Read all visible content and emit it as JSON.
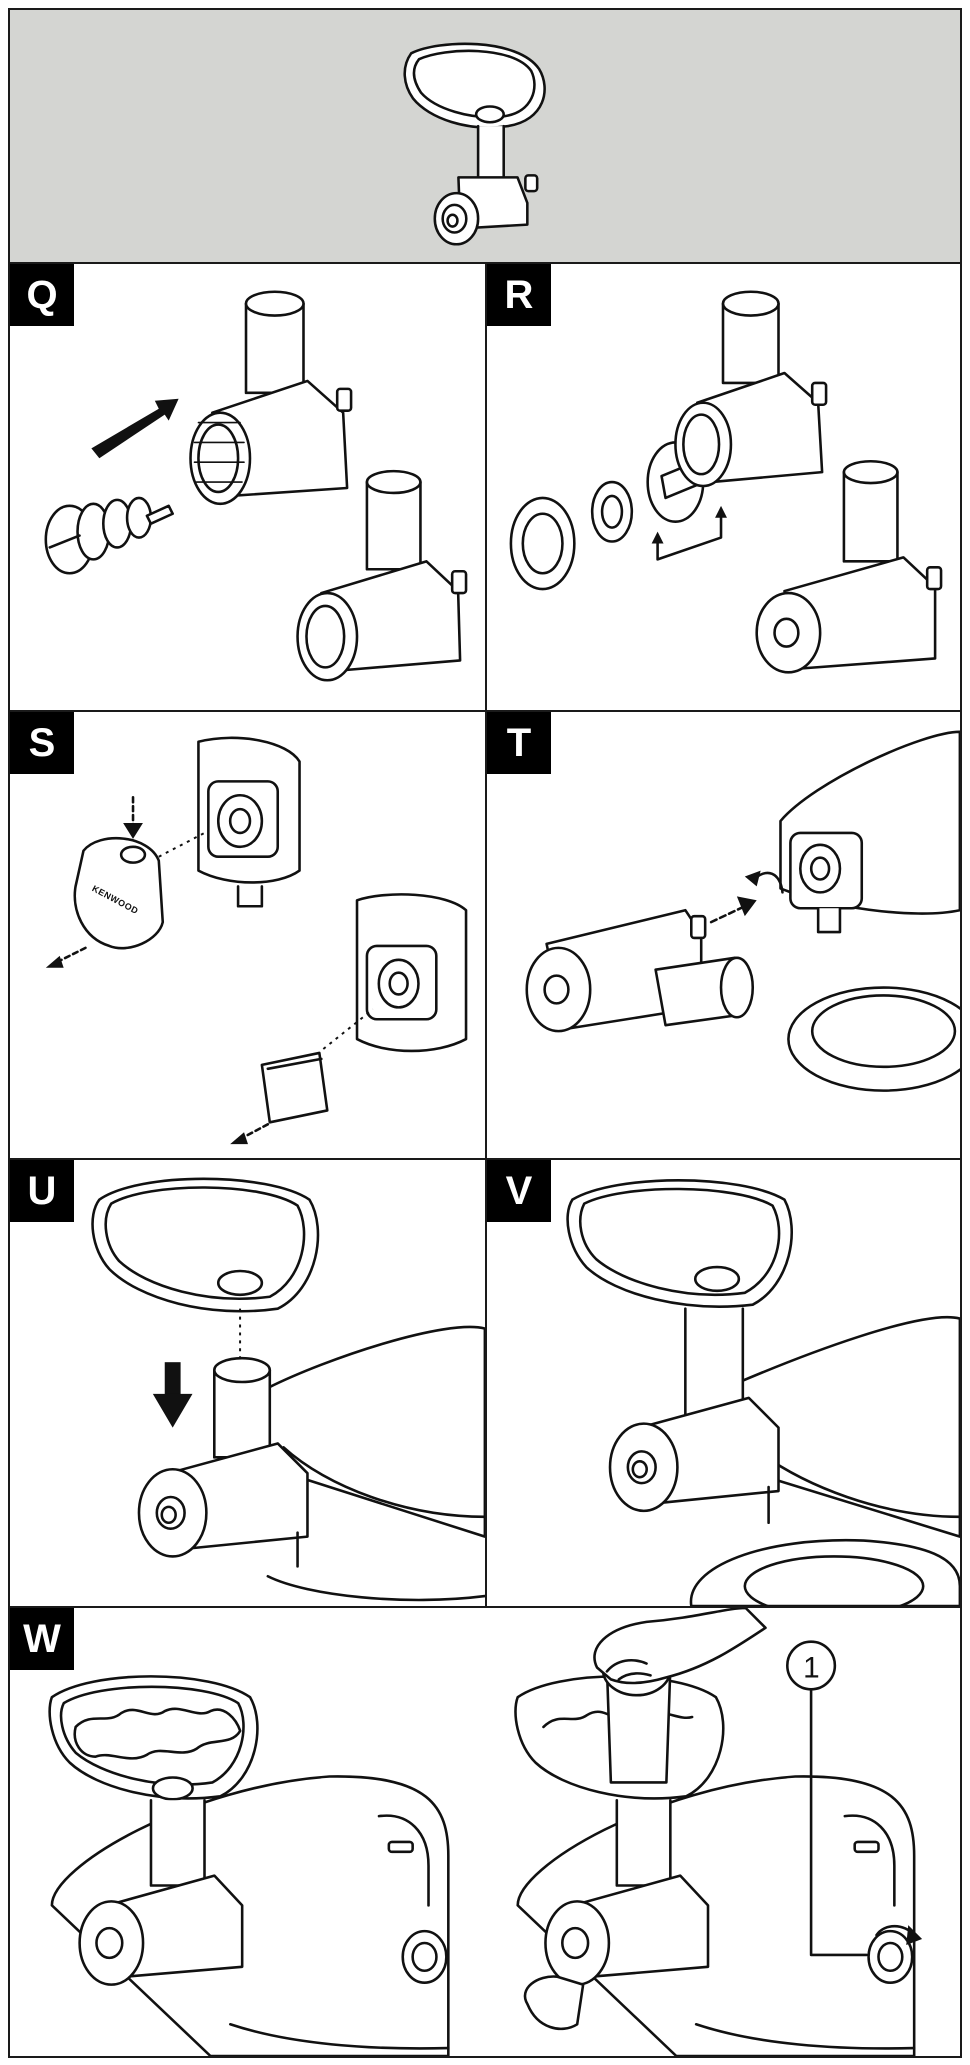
{
  "steps": [
    {
      "label": "Q"
    },
    {
      "label": "R"
    },
    {
      "label": "S"
    },
    {
      "label": "T"
    },
    {
      "label": "U"
    },
    {
      "label": "V"
    },
    {
      "label": "W"
    }
  ],
  "brand_text": "KENWOOD",
  "callout_number": "1",
  "colors": {
    "header_background": "#d4d5d2",
    "line_art": "#111111",
    "label_background": "#000000",
    "label_text": "#ffffff"
  },
  "icons": [
    "arrow-right-icon",
    "arrow-down-icon",
    "rotate-arrow-icon"
  ]
}
